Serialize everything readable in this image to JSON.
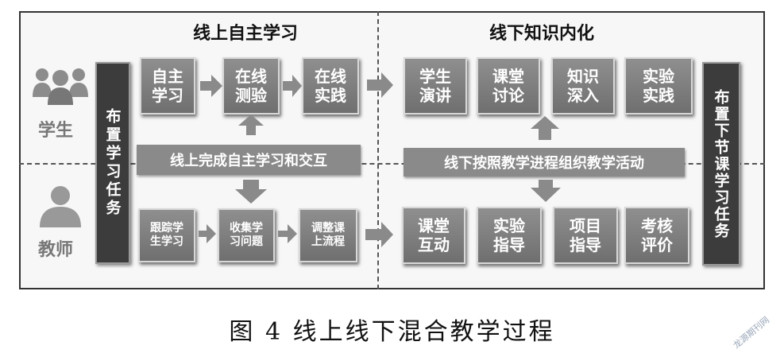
{
  "headings": {
    "online": "线上自主学习",
    "offline": "线下知识内化"
  },
  "roles": {
    "student": "学生",
    "teacher": "教师"
  },
  "left_bar": "布置学习任务",
  "right_bar": "布置下节课学习任务",
  "student_online": [
    "自主\n学习",
    "在线\n测验",
    "在线\n实践"
  ],
  "student_offline": [
    "学生\n演讲",
    "课堂\n讨论",
    "知识\n深入",
    "实验\n实践"
  ],
  "online_interaction": "线上完成自主学习和交互",
  "offline_activity": "线下按照教学进程组织教学活动",
  "teacher_online": [
    "跟踪学\n生学习",
    "收集学\n习问题",
    "调整课\n上流程"
  ],
  "teacher_offline": [
    "课堂\n互动",
    "实验\n指导",
    "项目\n指导",
    "考核\n评价"
  ],
  "caption": "图 4   线上线下混合教学过程",
  "watermark": "龙源期刊网"
}
